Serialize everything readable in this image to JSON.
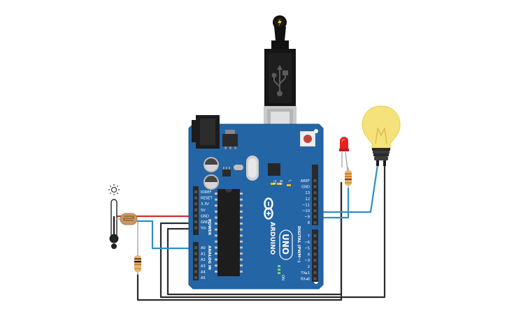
{
  "board": {
    "brand": "ARDUINO",
    "model": "UNO",
    "on_label": "ON",
    "power_section": "POWER",
    "analog_section": "ANALOG IN",
    "digital_section": "DIGITAL (PWM~)",
    "tx_label": "TX",
    "rx_label": "RX",
    "l_label": "L",
    "power_pins": [
      "IOREF",
      "RESET",
      "3.3V",
      "5V",
      "GND",
      "GND",
      "Vin"
    ],
    "analog_pins": [
      "A0",
      "A1",
      "A2",
      "A3",
      "A4",
      "A5"
    ],
    "digital_top_pins": [
      "AREF",
      "GND",
      "13",
      "12",
      "~11",
      "~10",
      "~9",
      "8"
    ],
    "digital_bottom_pins": [
      "7",
      "~6",
      "~5",
      "4",
      "~3",
      "2",
      "TX▸1",
      "RX◂0"
    ]
  },
  "components": {
    "usb_cable": "usb-cable",
    "temperature_sensor": "thermometer-icon",
    "photoresistor": "photoresistor",
    "resistors": [
      "resistor-ldr",
      "resistor-led"
    ],
    "led": "red-led",
    "bulb": "light-bulb",
    "power_icon": "lightning-icon",
    "sun_icon": "sun-icon"
  },
  "colors": {
    "board": "#2565a6",
    "board_dark": "#1a4f88",
    "header": "#2b2b2b",
    "wire_red": "#d33030",
    "wire_blue": "#2e8fc7",
    "wire_black": "#333333",
    "led": "#e32222",
    "bulb": "#f6e27a"
  }
}
